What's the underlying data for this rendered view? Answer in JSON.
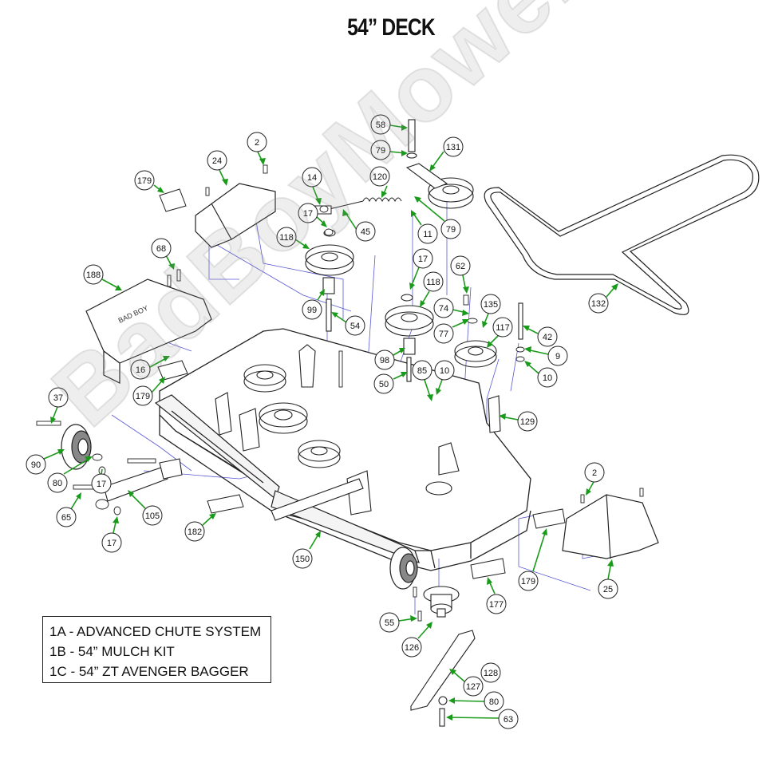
{
  "title": "54” DECK",
  "kits": [
    "1A - ADVANCED CHUTE SYSTEM",
    "1B - 54” MULCH KIT",
    "1C - 54” ZT AVENGER BAGGER"
  ],
  "watermark": "BadBoyMowerParts.com",
  "colors": {
    "callout_arrow": "#1a9a1a",
    "leader_line": "#5a5ad6",
    "outline": "#222222"
  },
  "callouts": [
    "2",
    "24",
    "179",
    "14",
    "17",
    "45",
    "118",
    "120",
    "131",
    "58",
    "79",
    "11",
    "132",
    "68",
    "188",
    "99",
    "54",
    "62",
    "74",
    "77",
    "135",
    "117",
    "42",
    "9",
    "10",
    "98",
    "50",
    "85",
    "16",
    "37",
    "129",
    "90",
    "80",
    "65",
    "105",
    "182",
    "150",
    "25",
    "177",
    "55",
    "126",
    "127",
    "128",
    "63"
  ]
}
